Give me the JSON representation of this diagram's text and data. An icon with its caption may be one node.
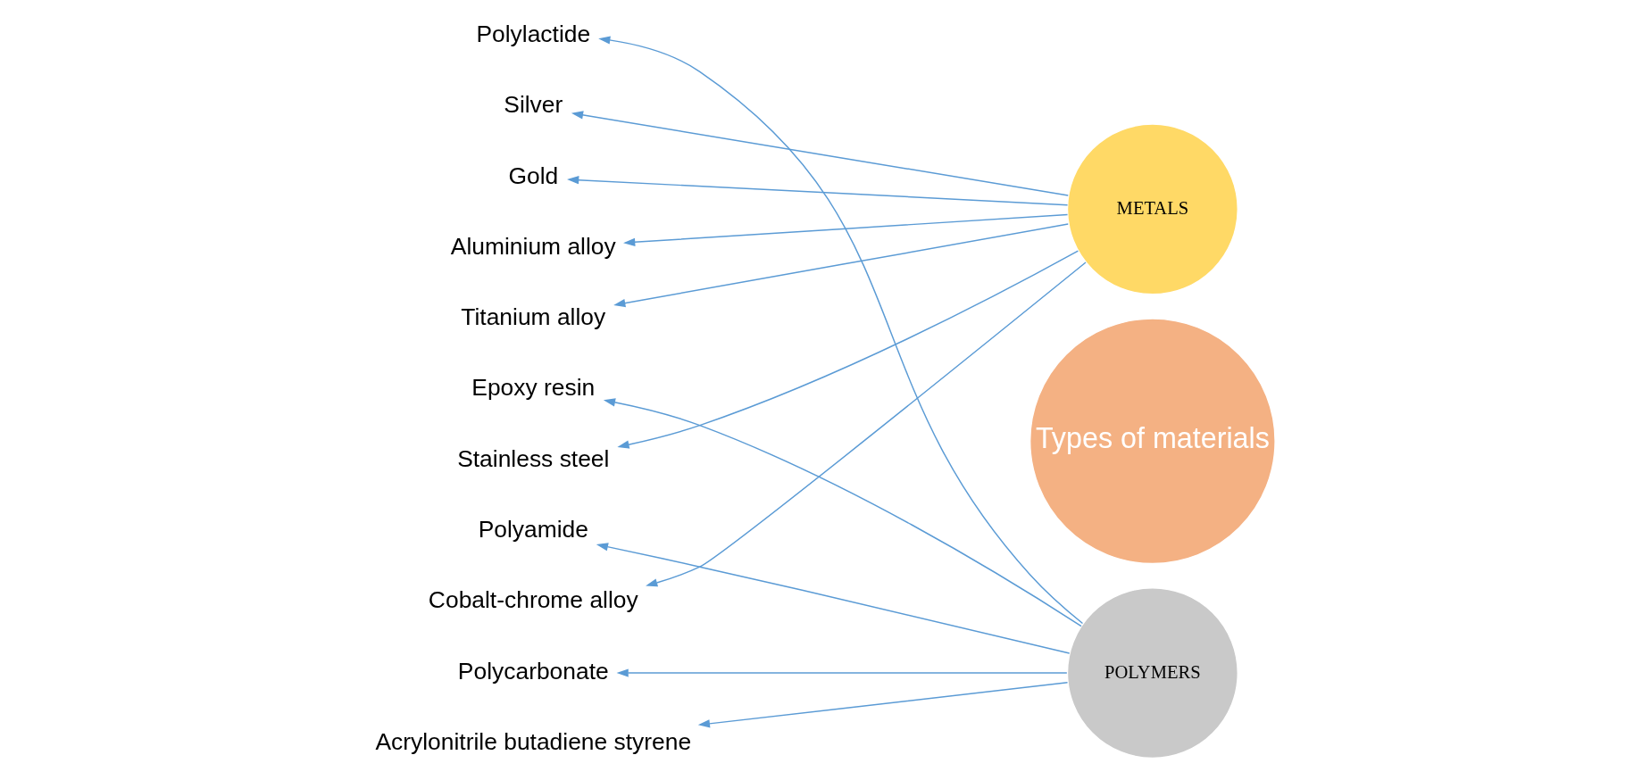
{
  "diagram": {
    "nodes": [
      {
        "text": [
          "Types of materials"
        ]
      },
      {
        "text": [
          "METALS"
        ]
      },
      {
        "text": [
          "POLYMERS"
        ]
      },
      {
        "text": [
          "Polylactide"
        ]
      },
      {
        "text": [
          "Silver"
        ]
      },
      {
        "text": [
          "Gold"
        ]
      },
      {
        "text": [
          "Aluminium alloy"
        ]
      },
      {
        "text": [
          "Titanium alloy"
        ]
      },
      {
        "text": [
          "Epoxy resin"
        ]
      },
      {
        "text": [
          "Stainless steel"
        ]
      },
      {
        "text": [
          "Polyamide"
        ]
      },
      {
        "text": [
          "Cobalt-chrome alloy"
        ]
      },
      {
        "text": [
          "Polycarbonate"
        ]
      },
      {
        "text": [
          "Acrylonitrile butadiene styrene"
        ]
      }
    ],
    "edges": [
      {
        "from": 1,
        "to": 4,
        "arrow": "to"
      },
      {
        "from": 1,
        "to": 5,
        "arrow": "to"
      },
      {
        "from": 1,
        "to": 6,
        "arrow": "to"
      },
      {
        "from": 1,
        "to": 7,
        "arrow": "to"
      },
      {
        "from": 1,
        "to": 9,
        "arrow": "to"
      },
      {
        "from": 1,
        "to": 11,
        "arrow": "to"
      },
      {
        "from": 2,
        "to": 3,
        "arrow": "to"
      },
      {
        "from": 2,
        "to": 8,
        "arrow": "to"
      },
      {
        "from": 2,
        "to": 10,
        "arrow": "to"
      },
      {
        "from": 2,
        "to": 12,
        "arrow": "to"
      },
      {
        "from": 2,
        "to": 13,
        "arrow": "to"
      }
    ]
  }
}
